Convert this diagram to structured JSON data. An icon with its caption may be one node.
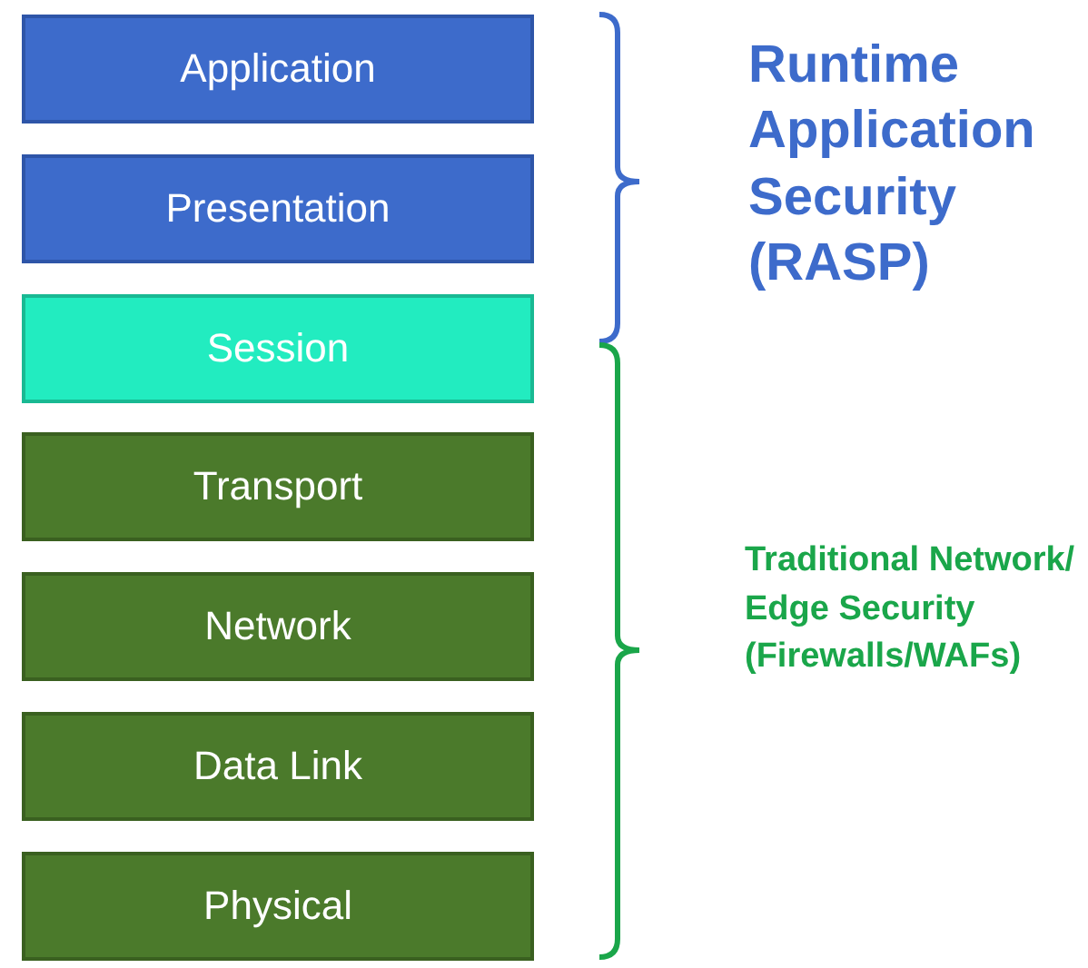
{
  "diagram": {
    "nodes": [
      {
        "text": [
          "Application"
        ]
      },
      {
        "text": [
          "Presentation"
        ]
      },
      {
        "text": [
          "Session"
        ]
      },
      {
        "text": [
          "Transport"
        ]
      },
      {
        "text": [
          "Network"
        ]
      },
      {
        "text": [
          "Data Link"
        ]
      },
      {
        "text": [
          "Physical"
        ]
      }
    ],
    "labels": [
      "Runtime Application Security (RASP)",
      "Traditional Network/ Edge Security (Firewalls/WAFs)"
    ]
  }
}
